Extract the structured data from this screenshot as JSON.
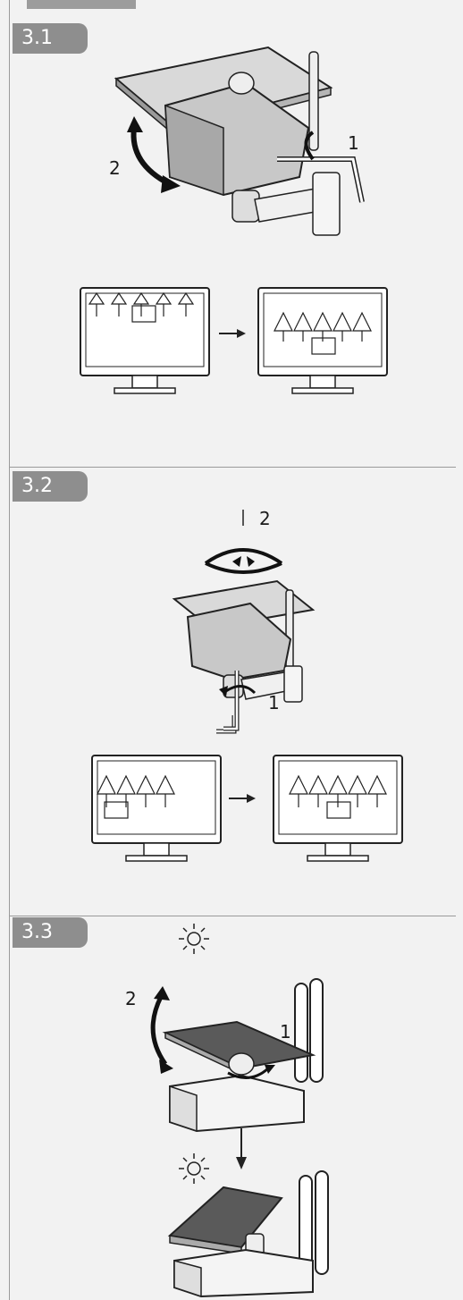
{
  "sections": [
    {
      "tab": "3.1",
      "step_1": "1",
      "step_2": "2"
    },
    {
      "tab": "3.2",
      "step_1": "1",
      "step_2": "2"
    },
    {
      "tab": "3.3",
      "step_1": "1",
      "step_2": "2"
    }
  ],
  "icons": {
    "arrow": "curved-arrow-icon",
    "sun": "sun-icon",
    "monitor": "monitor-icon",
    "tree": "tree-icon",
    "hex_key": "hex-key-icon"
  }
}
